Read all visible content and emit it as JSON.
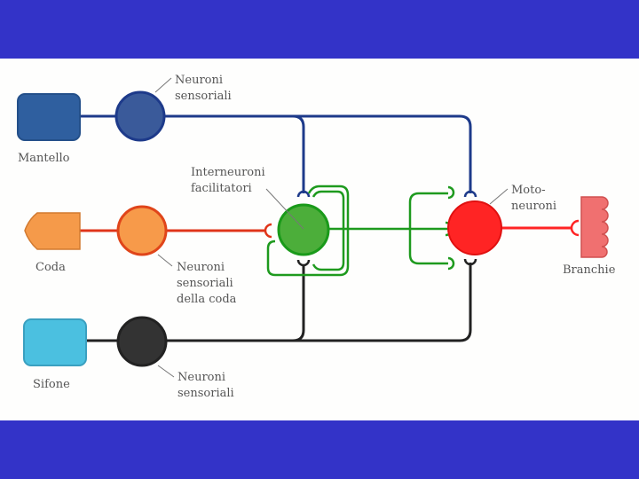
{
  "colors": {
    "band": "#3333c8",
    "mantello": "#2f5f9f",
    "coda": "#f59a4a",
    "sifone": "#4bc0e0",
    "branchie": "#f07070",
    "interneuron": "#4cae3a",
    "motoneuron": "#ff2424"
  },
  "labels": {
    "mantello": "Mantello",
    "coda": "Coda",
    "sifone": "Sifone",
    "branchie": "Branchie",
    "sensory_top": [
      "Neuroni",
      "sensoriali"
    ],
    "interneuroni": [
      "Interneuroni",
      "facilitatori"
    ],
    "sensory_tail": [
      "Neuroni",
      "sensoriali",
      "della coda"
    ],
    "sensory_bottom": [
      "Neuroni",
      "sensoriali"
    ],
    "motoneuroni": [
      "Moto-",
      "neuroni"
    ]
  }
}
